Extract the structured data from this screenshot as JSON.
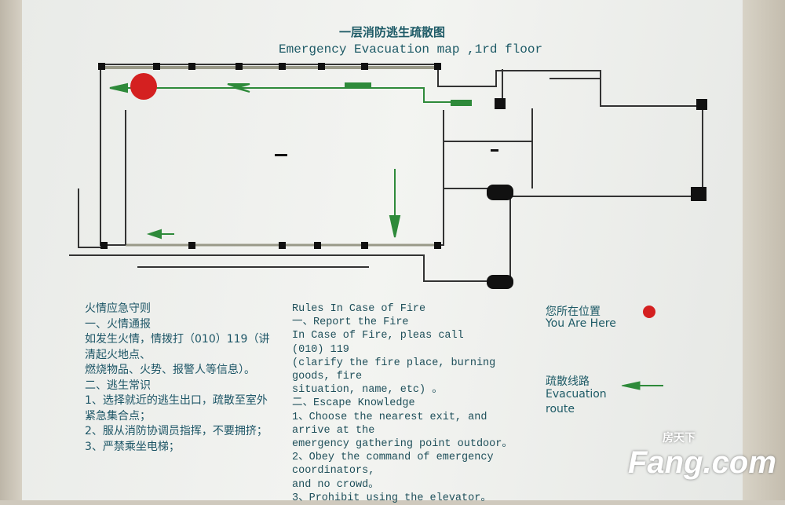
{
  "title_cn": "一层消防逃生疏散图",
  "title_en": "Emergency Evacuation map ,1rd floor",
  "rules_cn": [
    "火情应急守则",
    "一、火情通报",
    "如发生火情，情拨打（010）119（讲",
    "清起火地点、",
    "燃烧物品、火势、报警人等信息）。",
    "二、逃生常识",
    "1、选择就近的逃生出口，疏散至室外",
    "紧急集合点；",
    "2、服从消防协调员指挥，不要拥挤；",
    "3、严禁乘坐电梯；"
  ],
  "rules_en": [
    "Rules In Case of Fire",
    "一、Report the Fire",
    "In Case of Fire, pleas call",
    "(010) 119",
    "(clarify the fire place, burning",
    "goods, fire",
    "situation, name, etc) 。",
    "二、Escape Knowledge",
    "1、Choose the nearest exit, and",
    "arrive at the",
    "emergency gathering point outdoor。",
    "2、Obey the command of emergency",
    "coordinators,",
    "and no crowd。",
    "3、Prohibit using the elevator。"
  ],
  "legend": {
    "here_cn": "您所在位置",
    "here_en": "You Are Here",
    "route_cn": "疏散线路",
    "route_en1": "Evacuation",
    "route_en2": "route"
  },
  "watermark": {
    "brand": "Fang.com",
    "cn": "房天下"
  },
  "colors": {
    "route": "#2e8a3a",
    "here": "#d42020",
    "text": "#1d5a66"
  }
}
